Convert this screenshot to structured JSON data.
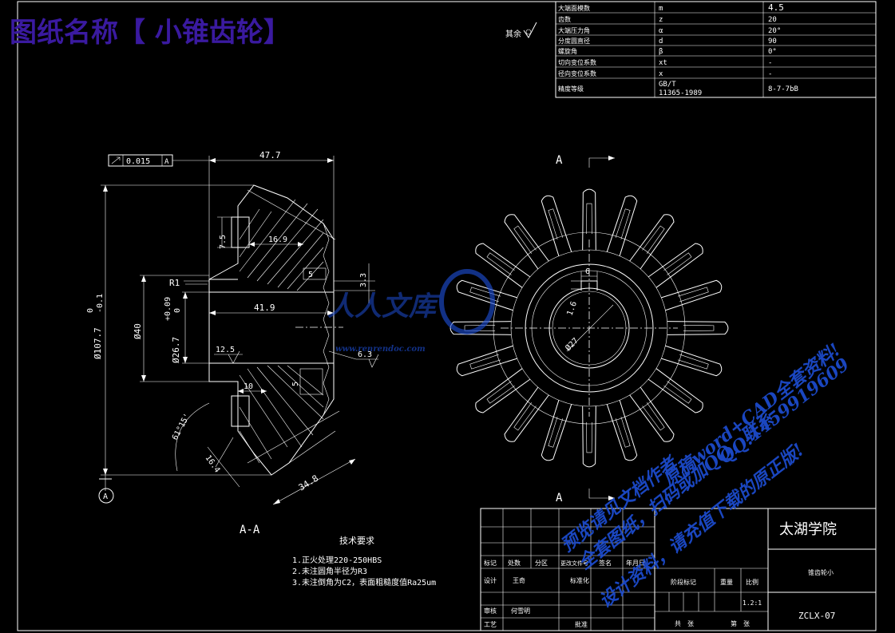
{
  "title": {
    "prefix": "图纸名称【",
    "name": " 小锥齿轮",
    "suffix": "】"
  },
  "roughness_other": "其余",
  "params": [
    {
      "label": "大端面模数",
      "sym": "m",
      "val": "4.5"
    },
    {
      "label": "齿数",
      "sym": "z",
      "val": "20"
    },
    {
      "label": "大端压力角",
      "sym": "α",
      "val": "20°"
    },
    {
      "label": "分度圆直径",
      "sym": "d",
      "val": "90"
    },
    {
      "label": "螺旋角",
      "sym": "β",
      "val": "0°"
    },
    {
      "label": "切向变位系数",
      "sym": "xt",
      "val": "-"
    },
    {
      "label": "径向变位系数",
      "sym": "x",
      "val": "-"
    },
    {
      "label": "精度等级",
      "sym1": "GB/T",
      "sym2": "11365-1989",
      "val": "8-7-7bB"
    }
  ],
  "tolerance_frame": {
    "value": "0.015",
    "datum": "A"
  },
  "dims": {
    "d477": "47.7",
    "d75": "7.5",
    "d169": "16.9",
    "d5": "5",
    "d33": "3.3",
    "r1": "R1",
    "d419": "41.9",
    "d40": "Ø40",
    "d267": "Ø26.7",
    "d267_tol_up": "+0.09",
    "d267_tol_dn": "0",
    "d1077": "Ø107.7",
    "d1077_tol_up": "0",
    "d1077_tol_dn": "-0.1",
    "d125": "12.5",
    "d63": "6.3",
    "d10": "10",
    "d5b": "5",
    "angle": "61°15'",
    "d164": "16.4",
    "d348": "34.8",
    "key6": "6",
    "key16": "1.6",
    "bore27": "Ø27",
    "datum_a": "A"
  },
  "section_label": "A-A",
  "view_label_top": "A",
  "view_label_bottom": "A",
  "tech": {
    "heading": "技术要求",
    "lines": [
      "1.正火处理220-250HBS",
      "2.未注圆角半径为R3",
      "3.未注倒角为C2，表面粗糙度值Ra25um"
    ]
  },
  "titleblock": {
    "school": "太湖学院",
    "part": "锥齿轮小",
    "code": "ZCLX-07",
    "scale": "1.2:1",
    "cells": {
      "mark": "标记",
      "count": "处数",
      "zone": "分区",
      "docno": "更改文件号",
      "sign": "签名",
      "date": "年月日",
      "design": "设计",
      "designer": "王奇",
      "std": "标准化",
      "stage": "阶段标记",
      "weight": "重量",
      "ratio": "比例",
      "review": "审核",
      "reviewer": "何雪明",
      "process": "工艺",
      "approve": "批准",
      "total": "共　张",
      "sheet": "第　张"
    }
  },
  "watermark": {
    "logo": "人人文库",
    "site": "www.renrendoc.com",
    "lines": [
      "预览请见文档作者",
      "全套图纸，扫码或加QQ，联系",
      "原稿word+CAD全套资料!",
      "QQ:1459919609",
      "设计资料，请充值下载的原正版!"
    ]
  }
}
